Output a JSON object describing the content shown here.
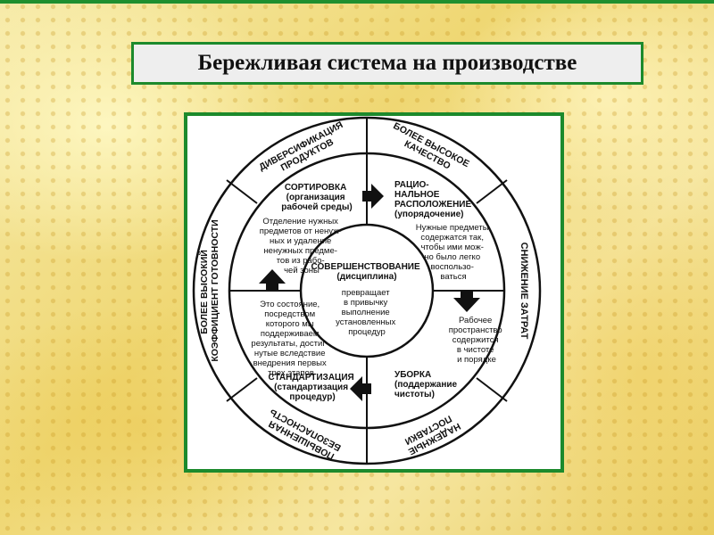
{
  "title": "Бережливая система на производстве",
  "diagram": {
    "center": {
      "title": "СОВЕРШЕНСТВОВАНИЕ",
      "subtitle": "(дисциплина)",
      "text": [
        "превращает",
        "в привычку",
        "выполнение",
        "установленных",
        "процедур"
      ]
    },
    "steps": [
      {
        "title": [
          "СОРТИРОВКА",
          "(организация",
          "рабочей среды)"
        ],
        "text": [
          "Отделение нужных",
          "предметов от ненуж-",
          "ных и удаление",
          "ненужных предме-",
          "тов из рабо-",
          "чей зоны"
        ]
      },
      {
        "title": [
          "РАЦИО-",
          "НАЛЬНОЕ",
          "РАСПОЛОЖЕНИЕ",
          "(упорядочение)"
        ],
        "text": [
          "Нужные предметы",
          "содержатся так,",
          "чтобы ими мож-",
          "но было легко",
          "воспользо-",
          "ваться"
        ]
      },
      {
        "title": [
          "УБОРКА",
          "(поддержание",
          "чистоты)"
        ],
        "text": [
          "Рабочее",
          "пространство",
          "содержится",
          "в чистоте",
          "и порядке"
        ]
      },
      {
        "title": [
          "СТАНДАРТИЗАЦИЯ",
          "(стандартизация",
          "процедур)"
        ],
        "text": [
          "Это состояние,",
          "посредством",
          "которого мы",
          "поддерживаем",
          "результаты, достиг-",
          "нутые вследствие",
          "внедрения первых",
          "трех этапов"
        ]
      }
    ],
    "benefits": [
      [
        "ДИВЕРСИФИКАЦИЯ",
        "ПРОДУКТОВ"
      ],
      [
        "БОЛЕЕ ВЫСОКОЕ",
        "КАЧЕСТВО"
      ],
      [
        "СНИЖЕНИЕ ЗАТРАТ"
      ],
      [
        "НАДЕЖНЫЕ",
        "ПОСТАВКИ"
      ],
      [
        "ПОВЫШЕННАЯ",
        "БЕЗОПАСНОСТЬ"
      ],
      [
        "БОЛЕЕ ВЫСОКИЙ",
        "КОЭФФИЦИЕНТ ГОТОВНОСТИ"
      ]
    ],
    "colors": {
      "frame": "#1c8a2c",
      "ink": "#111111"
    }
  }
}
